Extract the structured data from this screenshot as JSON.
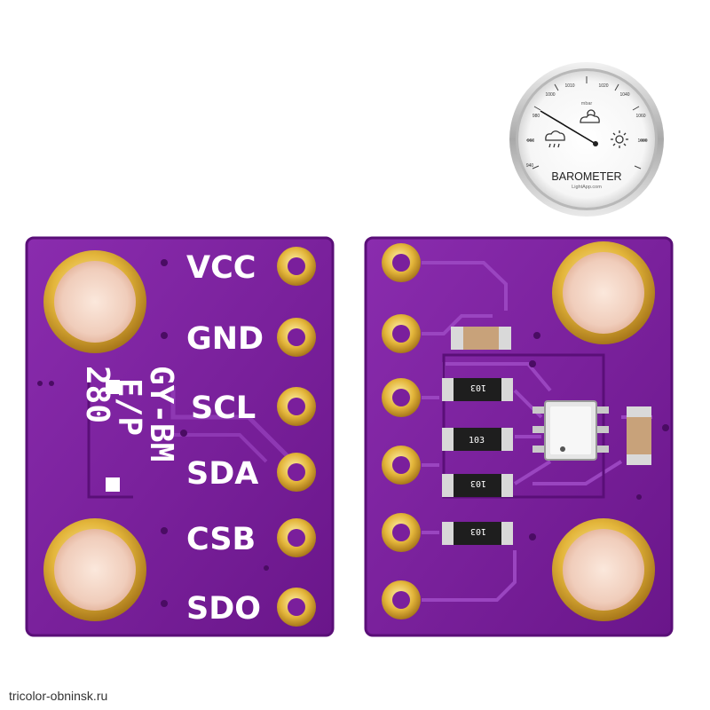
{
  "front_board": {
    "pins": [
      "VCC",
      "GND",
      "SCL",
      "SDA",
      "CSB",
      "SDO"
    ],
    "silkscreen": {
      "line1": "GY-BM",
      "line2": "E/P",
      "line3": "280"
    }
  },
  "back_board": {
    "resistor_codes": [
      "103",
      "103",
      "103",
      "103"
    ]
  },
  "barometer": {
    "title": "BAROMETER",
    "subtitle": "LightApp.com",
    "unit": "mbar",
    "ticks": [
      "940",
      "960",
      "980",
      "1000",
      "1010",
      "1020",
      "1040",
      "1060",
      "1080"
    ]
  },
  "watermark": "tricolor-obninsk.ru",
  "colors": {
    "pcb": "#7a1f9c",
    "gold": "#e0b83a",
    "pad_center": "#f3d7c6"
  }
}
